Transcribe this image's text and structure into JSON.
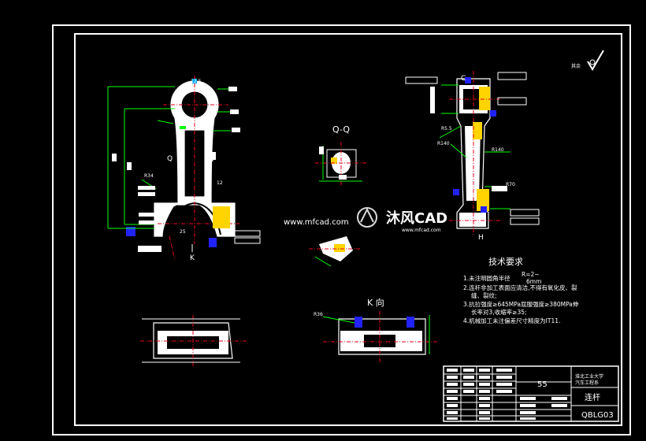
{
  "section_label": "Q-Q",
  "view_k_label": "K 向",
  "arrow_k": "K",
  "arrow_h": "H",
  "label_q": "Q",
  "label_h": "H",
  "dims": {
    "r34": "R34",
    "r5_5": "R5.5",
    "r140_left": "R140",
    "r140_right": "R140",
    "r70": "R70",
    "r36": "R36",
    "r12": "12",
    "r12_5": "12.5",
    "r25": "25",
    "r2_": "R=2~",
    "r6mm": "6mm"
  },
  "watermark": {
    "url": "www.mfcad.com",
    "brand": "沐风CAD",
    "brand_sub": "www.mfcad.com"
  },
  "roughness_other": "其余",
  "tech_req": {
    "title": "技术要求",
    "lines": [
      "1.未注明圆角半径",
      "2.连杆非加工表面应清洁,不得有氧化皮、裂",
      "缝、裂纹;",
      "3.抗拉强度≥645MPa屈服强度≥380MPa伸",
      "长率对3,收缩率≥35;",
      "4.机械加工未注偏差尺寸精度为IT11."
    ]
  },
  "title_block": {
    "scale": "55",
    "school_line1": "淮北工业大学",
    "school_line2": "汽车工程系",
    "part_name": "连杆",
    "drawing_no": "QBLG03"
  }
}
